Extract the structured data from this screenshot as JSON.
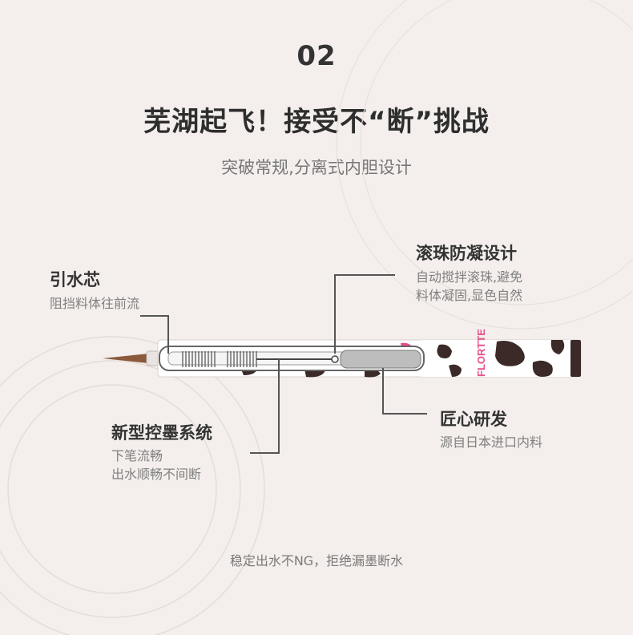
{
  "section_number": "02",
  "headline": "芜湖起飞！接受不“断”挑战",
  "subtitle": "突破常规,分离式内胆设计",
  "callouts": {
    "wick": {
      "title": "引水芯",
      "desc": "阻挡料体往前流"
    },
    "roller": {
      "title": "滚珠防凝设计",
      "desc": "自动搅拌滚珠,避免\n料体凝固,显色自然"
    },
    "ink_system": {
      "title": "新型控墨系统",
      "desc": "下笔流畅\n出水顺畅不间断"
    },
    "rnd": {
      "title": "匠心研发",
      "desc": "源自日本进口内料"
    }
  },
  "pen_brand_text": "FLORTTE",
  "footer": "稳定出水不NG，拒绝漏墨断水",
  "colors": {
    "background": "#f4efec",
    "leader_line": "#555555",
    "pen_tip": "#8b5a3c",
    "pen_body": "#ffffff",
    "cow_spot": "#3b2a27",
    "accent_pink": "#e84d8a"
  }
}
